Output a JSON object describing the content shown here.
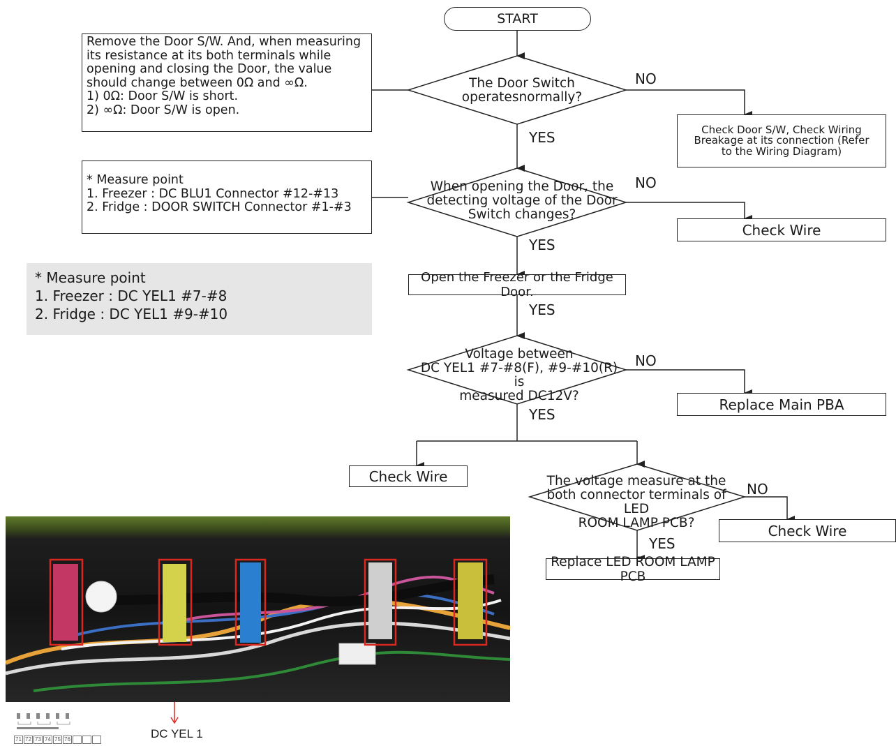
{
  "start": "START",
  "decisions": {
    "d1": "The Door Switch\noperatesnormally?",
    "d2": "When opening the Door, the\ndetecting voltage of the Door\nSwitch changes?",
    "d3": "Voltage between\nDC YEL1 #7-#8(F), #9-#10(R) is\nmeasured DC12V?",
    "d4": "The voltage measure at the\nboth connector terminals of LED\nROOM LAMP PCB?"
  },
  "process": {
    "open_door": "Open the Freezer or the Fridge Door.",
    "check_door_sw": "Check Door S/W, Check Wiring\nBreakage at its connection (Refer\nto the Wiring Diagram)",
    "check_wire_1": "Check Wire",
    "replace_main": "Replace Main PBA",
    "check_wire_2": "Check Wire",
    "check_wire_3": "Check Wire",
    "replace_led": "Replace LED ROOM LAMP PCB"
  },
  "notes": {
    "door_sw": "Remove the Door S/W. And, when measuring\nits resistance at its both terminals while\nopening and closing the Door, the value\nshould change between 0Ω and ∞Ω.\n1) 0Ω: Door S/W is short.\n2) ∞Ω: Door S/W is open.",
    "measure1": "* Measure point\n1. Freezer : DC BLU1 Connector #12-#13\n2. Fridge : DOOR SWITCH Connector #1-#3",
    "measure2": "* Measure point\n1. Freezer : DC YEL1 #7-#8\n2. Fridge : DC YEL1 #9-#10"
  },
  "labels": {
    "yes": "YES",
    "no": "NO"
  },
  "photo_caption": "DC YEL 1",
  "pin_numbers": [
    "71",
    "72",
    "73",
    "74",
    "75",
    "76"
  ],
  "colors": {
    "line": "#222222",
    "highlight": "#d8281f",
    "photo_bg": "#1b1b1b"
  }
}
